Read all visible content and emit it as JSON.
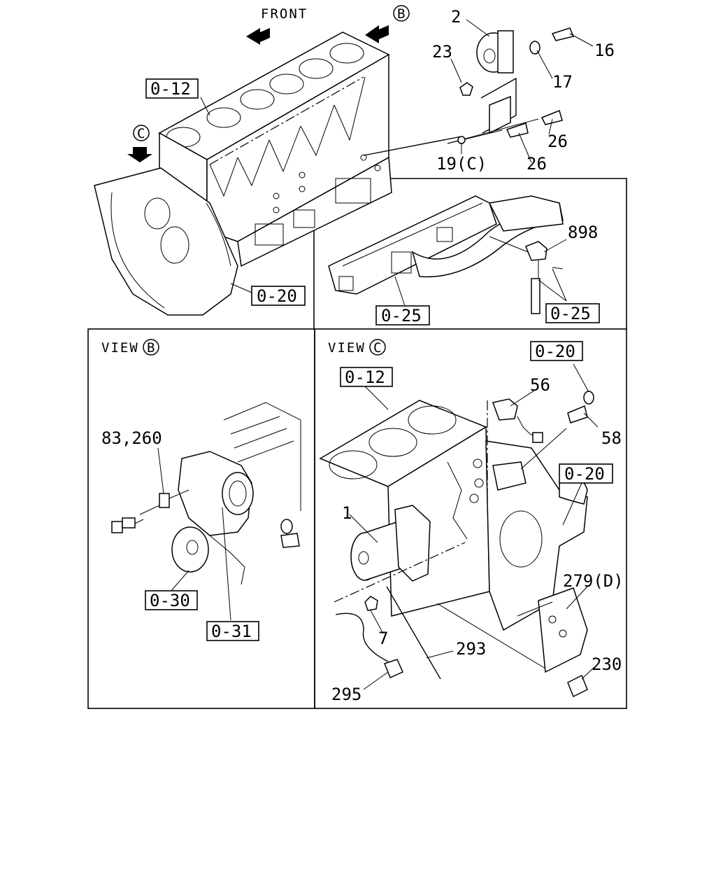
{
  "header": {
    "front_label": "FRONT",
    "view_b_marker": "B",
    "view_c_marker": "C"
  },
  "panels": {
    "view_b": {
      "prefix": "VIEW",
      "marker": "B"
    },
    "view_c": {
      "prefix": "VIEW",
      "marker": "C"
    }
  },
  "callouts": {
    "c2": "2",
    "c23": "23",
    "c16": "16",
    "c17": "17",
    "c26a": "26",
    "c26b": "26",
    "c19c": "19(C)",
    "c898": "898",
    "c83": "83,260",
    "c56": "56",
    "c58": "58",
    "c1": "1",
    "c279": "279(D)",
    "c7": "7",
    "c293": "293",
    "c230": "230",
    "c295": "295"
  },
  "references": {
    "r012_top": "0-12",
    "r020_top": "0-20",
    "r025_a": "0-25",
    "r025_b": "0-25",
    "r030": "0-30",
    "r031": "0-31",
    "r012_c": "0-12",
    "r020_c1": "0-20",
    "r020_c2": "0-20"
  }
}
